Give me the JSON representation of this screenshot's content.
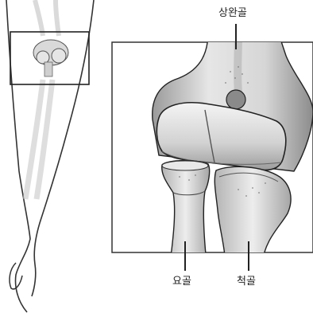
{
  "labels": {
    "humerus": "상완골",
    "radius": "요골",
    "ulna": "척골"
  },
  "colors": {
    "bone_light": "#ececec",
    "bone_mid": "#c9c9c9",
    "bone_dark": "#8a8a8a",
    "outline": "#1e1e1e",
    "panel_border": "#444444",
    "background": "#ffffff"
  }
}
